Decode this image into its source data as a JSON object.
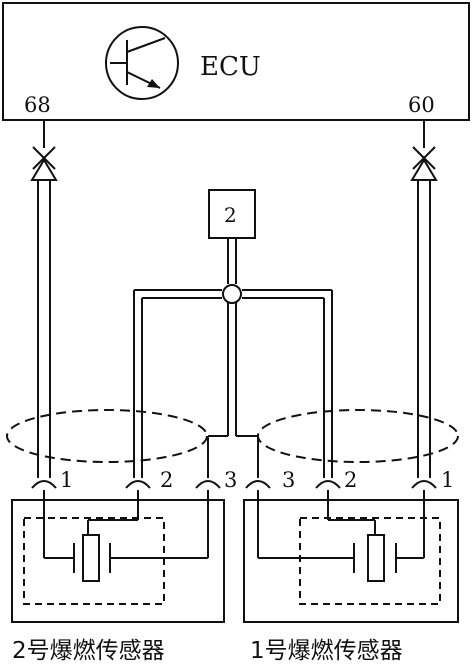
{
  "ecu": {
    "label": "ECU",
    "pin_left": "68",
    "pin_right": "60"
  },
  "ground": {
    "label": "2"
  },
  "sensor_left": {
    "label": "2号爆燃传感器",
    "pin1": "1",
    "pin2": "2",
    "pin3": "3"
  },
  "sensor_right": {
    "label": "1号爆燃传感器",
    "pin1": "1",
    "pin2": "2",
    "pin3": "3"
  },
  "icons": {
    "ecu_symbol": "transistor-icon",
    "junction": "junction-node-icon",
    "signal_arrow": "arrow-up-icon",
    "piezo": "piezo-element-icon"
  }
}
